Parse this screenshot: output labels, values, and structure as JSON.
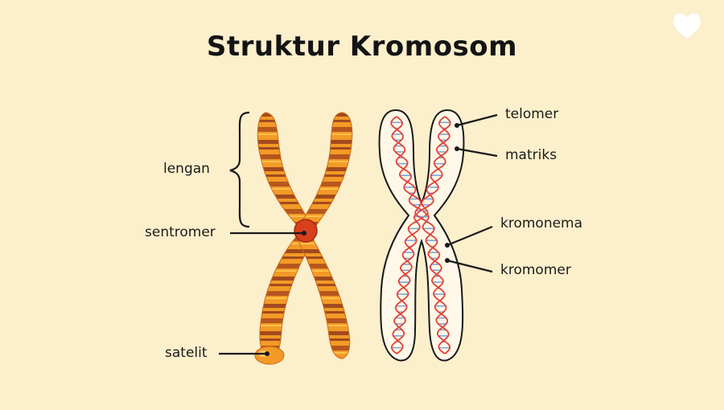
{
  "title": "Struktur Kromosom",
  "labels": {
    "lengan": "lengan",
    "sentromer": "sentromer",
    "satelit": "satelit",
    "telomer": "telomer",
    "matriks": "matriks",
    "kromonema": "kromonema",
    "kromomer": "kromomer"
  },
  "colors": {
    "background": "#fcefcc",
    "chromosome_orange": "#f39a26",
    "chromosome_band": "#a24a1e",
    "centromere": "#d8401c",
    "dna_red": "#e2423a",
    "dna_blue": "#7aa6d8"
  },
  "icons": {
    "brand": "heart-logo-icon"
  }
}
